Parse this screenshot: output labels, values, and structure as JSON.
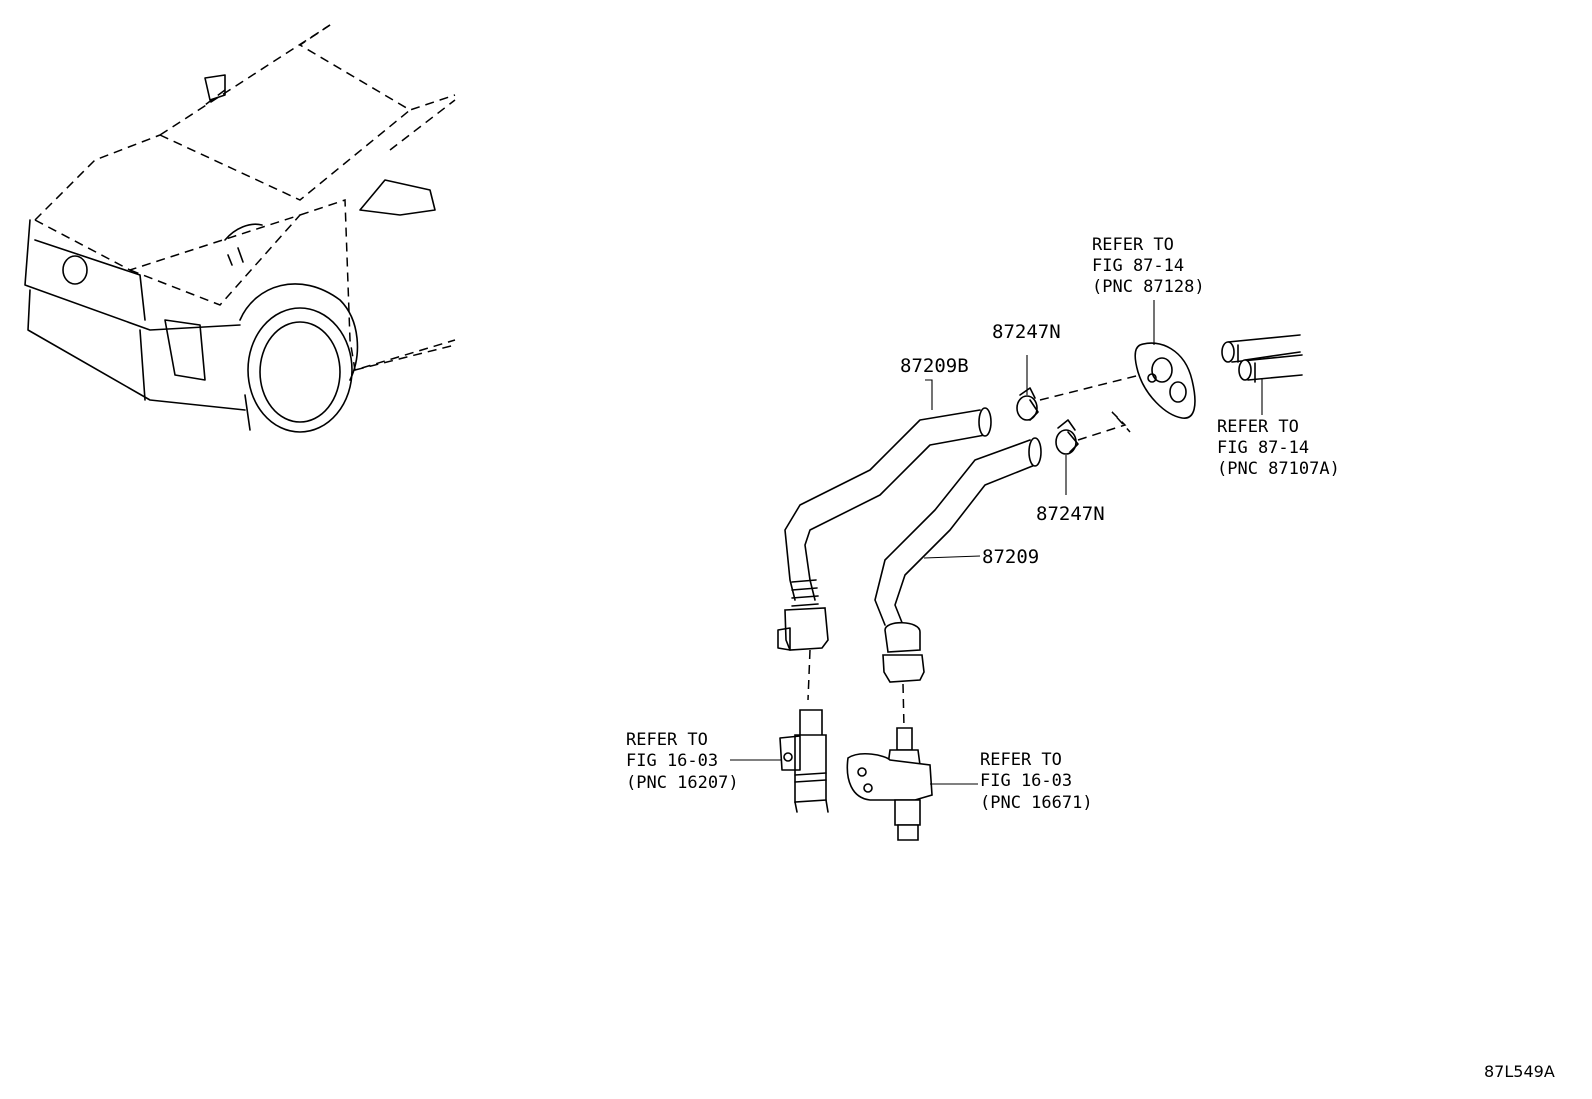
{
  "parts": {
    "hose_upper": "87209B",
    "hose_lower": "87209",
    "clamp_upper": "87247N",
    "clamp_lower": "87247N"
  },
  "references": {
    "pnc_87128": {
      "line1": "REFER TO",
      "line2": "FIG 87-14",
      "line3": "(PNC 87128)"
    },
    "pnc_87107a": {
      "line1": "REFER TO",
      "line2": "FIG 87-14",
      "line3": "(PNC 87107A)"
    },
    "pnc_16207": {
      "line1": "REFER TO",
      "line2": "FIG 16-03",
      "line3": "(PNC 16207)"
    },
    "pnc_16671": {
      "line1": "REFER TO",
      "line2": "FIG 16-03",
      "line3": "(PNC 16671)"
    }
  },
  "diagram_code": "87L549A"
}
